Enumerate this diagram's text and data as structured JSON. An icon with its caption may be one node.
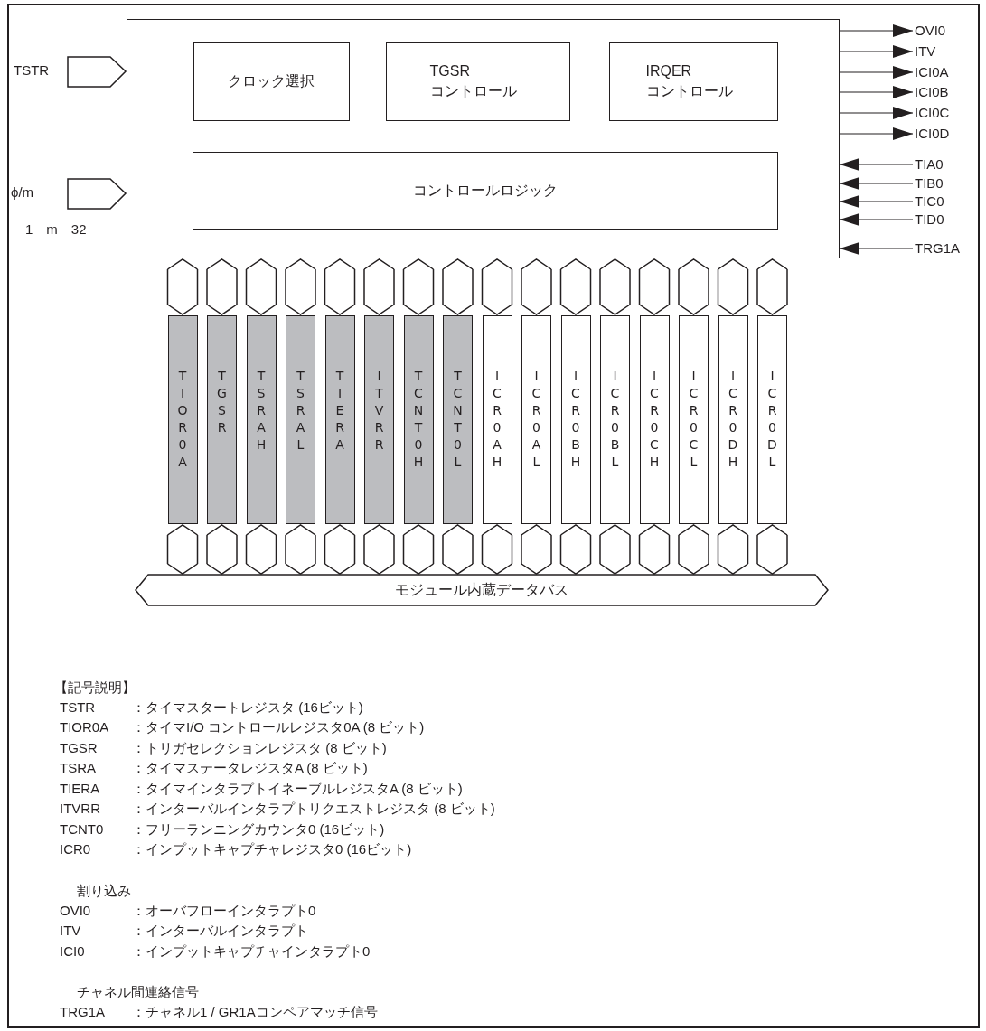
{
  "diagram": {
    "nodes": [
      {
        "text": [],
        "shape": "box"
      },
      {
        "text": [
          "クロック選択"
        ],
        "in": 0
      },
      {
        "text": [
          "TGSR コントロール"
        ],
        "in": 0
      },
      {
        "text": [
          "IRQER コントロール"
        ],
        "in": 0
      },
      {
        "text": [
          "コントロールロジック"
        ],
        "in": 0
      },
      {
        "text": [
          "TSTR"
        ]
      },
      {
        "text": [
          "ϕ/m"
        ],
        "beside": [
          "1　m　32"
        ]
      },
      {
        "text": [
          "OVI0"
        ]
      },
      {
        "text": [
          "ITV"
        ]
      },
      {
        "text": [
          "ICI0A"
        ]
      },
      {
        "text": [
          "ICI0B"
        ]
      },
      {
        "text": [
          "ICI0C"
        ]
      },
      {
        "text": [
          "ICI0D"
        ]
      },
      {
        "text": [
          "TIA0"
        ]
      },
      {
        "text": [
          "TIB0"
        ]
      },
      {
        "text": [
          "TIC0"
        ]
      },
      {
        "text": [
          "TID0"
        ]
      },
      {
        "text": [
          "TRG1A"
        ]
      },
      {
        "text": [
          "TIOR0A"
        ]
      },
      {
        "text": [
          "TGSR"
        ]
      },
      {
        "text": [
          "TSRAH"
        ]
      },
      {
        "text": [
          "TSRAL"
        ]
      },
      {
        "text": [
          "TIERA"
        ]
      },
      {
        "text": [
          "ITVRR"
        ]
      },
      {
        "text": [
          "TCNT0H"
        ]
      },
      {
        "text": [
          "TCNT0L"
        ]
      },
      {
        "text": [
          "ICR0AH"
        ]
      },
      {
        "text": [
          "ICR0AL"
        ]
      },
      {
        "text": [
          "ICR0BH"
        ]
      },
      {
        "text": [
          "ICR0BL"
        ]
      },
      {
        "text": [
          "ICR0CH"
        ]
      },
      {
        "text": [
          "ICR0CL"
        ]
      },
      {
        "text": [
          "ICR0DH"
        ]
      },
      {
        "text": [
          "ICR0DL"
        ]
      },
      {
        "text": [
          "モジュール内蔵データバス"
        ]
      }
    ],
    "edges": [
      {
        "from": 0,
        "to": 7,
        "arrow": "to"
      },
      {
        "from": 0,
        "to": 8,
        "arrow": "to"
      },
      {
        "from": 0,
        "to": 9,
        "arrow": "to"
      },
      {
        "from": 0,
        "to": 10,
        "arrow": "to"
      },
      {
        "from": 0,
        "to": 11,
        "arrow": "to"
      },
      {
        "from": 0,
        "to": 12,
        "arrow": "to"
      },
      {
        "from": 13,
        "to": 0,
        "arrow": "to"
      },
      {
        "from": 14,
        "to": 0,
        "arrow": "to"
      },
      {
        "from": 15,
        "to": 0,
        "arrow": "to"
      },
      {
        "from": 16,
        "to": 0,
        "arrow": "to"
      },
      {
        "from": 17,
        "to": 0,
        "arrow": "to"
      },
      {
        "from": 0,
        "to": 18,
        "arrow": "both"
      },
      {
        "from": 0,
        "to": 19,
        "arrow": "both"
      },
      {
        "from": 0,
        "to": 20,
        "arrow": "both"
      },
      {
        "from": 0,
        "to": 21,
        "arrow": "both"
      },
      {
        "from": 0,
        "to": 22,
        "arrow": "both"
      },
      {
        "from": 0,
        "to": 23,
        "arrow": "both"
      },
      {
        "from": 0,
        "to": 24,
        "arrow": "both"
      },
      {
        "from": 0,
        "to": 25,
        "arrow": "both"
      },
      {
        "from": 0,
        "to": 26,
        "arrow": "both"
      },
      {
        "from": 0,
        "to": 27,
        "arrow": "both"
      },
      {
        "from": 0,
        "to": 28,
        "arrow": "both"
      },
      {
        "from": 0,
        "to": 29,
        "arrow": "both"
      },
      {
        "from": 0,
        "to": 30,
        "arrow": "both"
      },
      {
        "from": 0,
        "to": 31,
        "arrow": "both"
      },
      {
        "from": 0,
        "to": 32,
        "arrow": "both"
      },
      {
        "from": 0,
        "to": 33,
        "arrow": "both"
      },
      {
        "from": 18,
        "to": 34,
        "arrow": "both"
      },
      {
        "from": 19,
        "to": 34,
        "arrow": "both"
      },
      {
        "from": 20,
        "to": 34,
        "arrow": "both"
      },
      {
        "from": 21,
        "to": 34,
        "arrow": "both"
      },
      {
        "from": 22,
        "to": 34,
        "arrow": "both"
      },
      {
        "from": 23,
        "to": 34,
        "arrow": "both"
      },
      {
        "from": 24,
        "to": 34,
        "arrow": "both"
      },
      {
        "from": 25,
        "to": 34,
        "arrow": "both"
      },
      {
        "from": 26,
        "to": 34,
        "arrow": "both"
      },
      {
        "from": 27,
        "to": 34,
        "arrow": "both"
      },
      {
        "from": 28,
        "to": 34,
        "arrow": "both"
      },
      {
        "from": 29,
        "to": 34,
        "arrow": "both"
      },
      {
        "from": 30,
        "to": 34,
        "arrow": "both"
      },
      {
        "from": 31,
        "to": 34,
        "arrow": "both"
      },
      {
        "from": 32,
        "to": 34,
        "arrow": "both"
      },
      {
        "from": 33,
        "to": 34,
        "arrow": "both"
      }
    ],
    "labels": [
      "【記号説明】",
      "TSTR",
      "：タイマスタートレジスタ (16ビット)",
      "TIOR0A",
      "：タイマI/O コントロールレジスタ0A (8 ビット)",
      "TGSR",
      "：トリガセレクションレジスタ (8 ビット)",
      "TSRA",
      "：タイマステータレジスタA (8 ビット)",
      "TIERA",
      "：タイマインタラプトイネーブルレジスタA (8 ビット)",
      "ITVRR",
      "：インターバルインタラプトリクエストレジスタ (8 ビット)",
      "TCNT0",
      "：フリーランニングカウンタ0 (16ビット)",
      "ICR0",
      "：インプットキャプチャレジスタ0 (16ビット)",
      "割り込み",
      "OVI0",
      "：オーバフローインタラプト0",
      "ITV",
      "：インターバルインタラプト",
      "ICI0",
      "：インプットキャプチャインタラプト0",
      "チャネル間連絡信号",
      "TRG1A",
      "：チャネル1 / GR1Aコンペアマッチ信号"
    ]
  }
}
